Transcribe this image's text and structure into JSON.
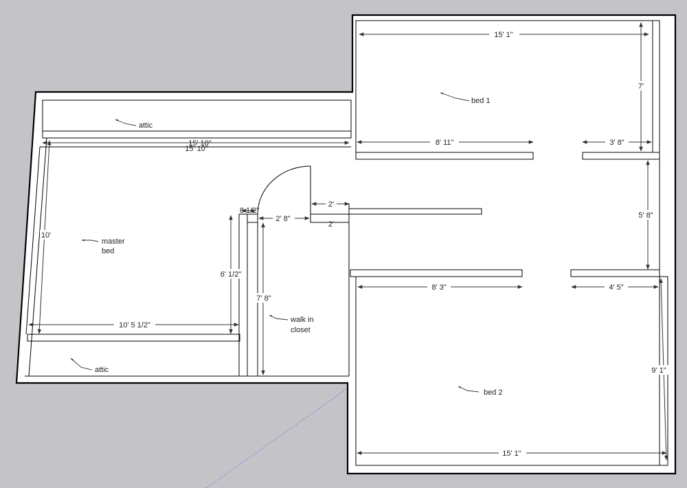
{
  "colors": {
    "background": "#c4c4c8",
    "floor": "#ffffff",
    "outline": "#000000",
    "dimension_line": "#333333",
    "axis_line": "#6a6ad8"
  },
  "rooms": {
    "bed1": "bed 1",
    "bed2": "bed 2",
    "master_line1": "master",
    "master_line2": "bed",
    "attic_top": "attic",
    "attic_bottom": "attic",
    "closet_line1": "walk in",
    "closet_line2": "closet"
  },
  "dimensions": {
    "bed1_width": "15' 1\"",
    "bed1_height": "7'",
    "bed1_wall_left": "8' 11\"",
    "bed1_wall_right": "3' 8\"",
    "hall_height": "5' 8\"",
    "master_width_a": "15' 10\"",
    "master_width_b": "15' 10\"",
    "master_height": "10'",
    "master_inner_width": "10' 5 1/2\"",
    "closet_wall_height": "6' 1/2\"",
    "closet_wall_thickness": "8 1/2\"",
    "door_width": "2' 8\"",
    "door_stub_top": "2'",
    "door_stub_bottom": "2'",
    "closet_height": "7' 8\"",
    "bed2_wall_left": "8' 3\"",
    "bed2_wall_right": "4' 5\"",
    "bed2_height": "9' 1\"",
    "bed2_width": "15' 1\""
  }
}
